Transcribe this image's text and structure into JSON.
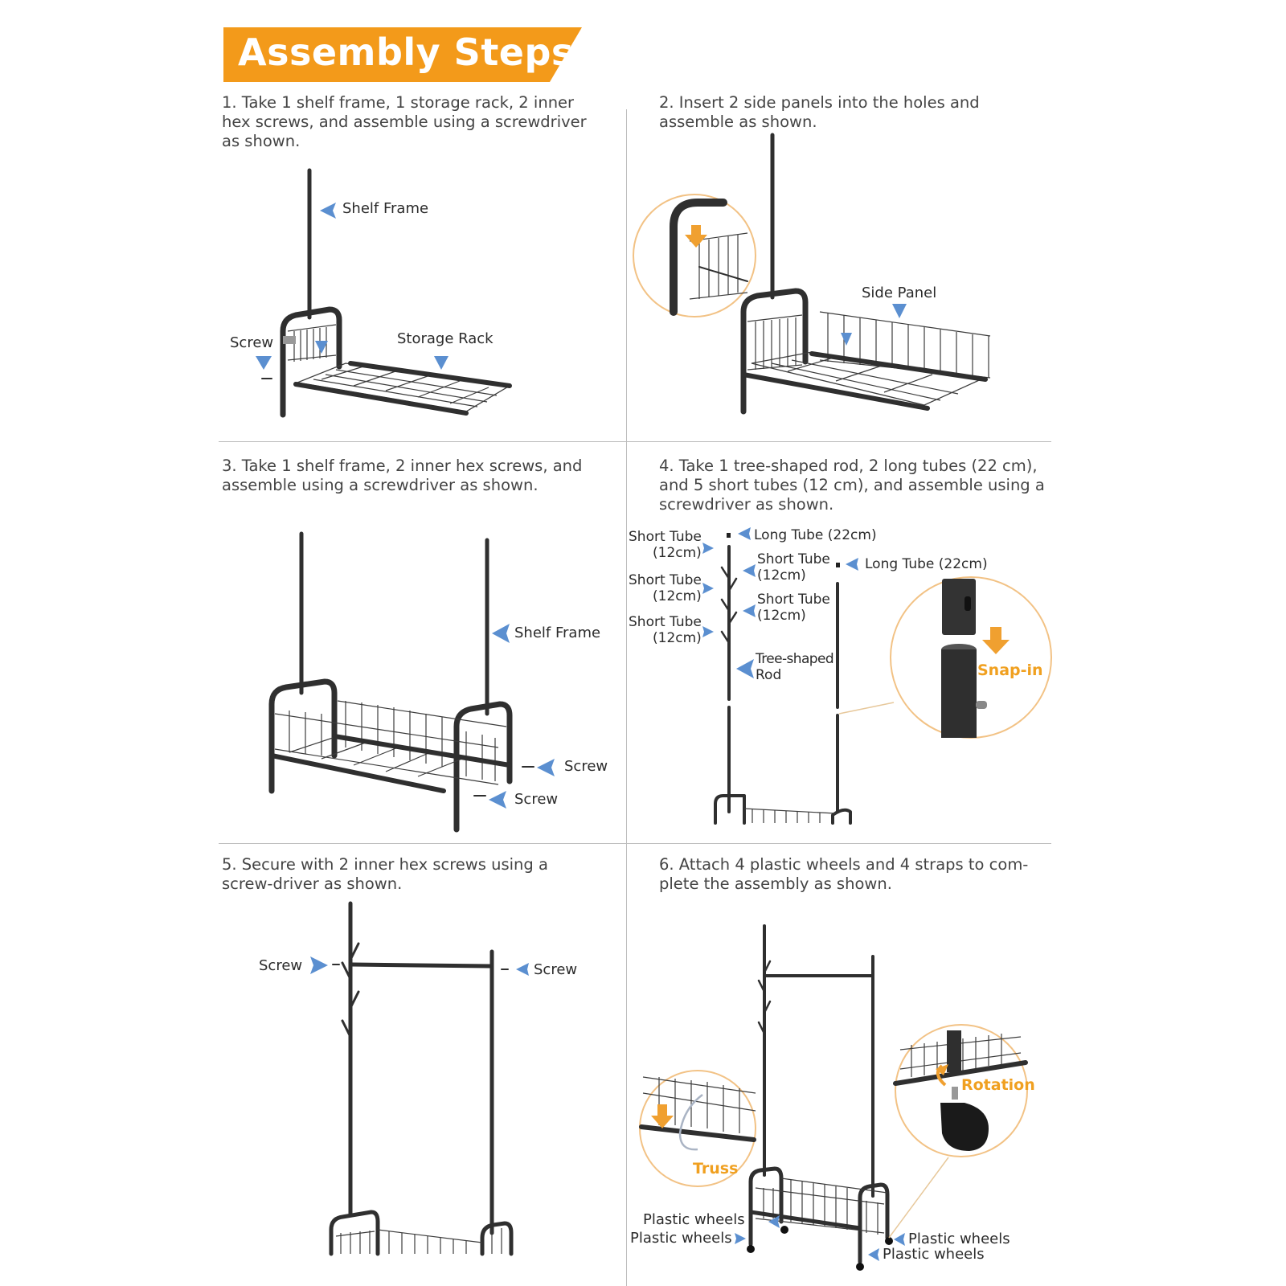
{
  "banner": {
    "title": "Assembly Steps:",
    "color": "#f39a1a"
  },
  "steps": [
    {
      "text": "1. Take 1 shelf frame, 1 storage rack, 2 inner hex screws, and assemble using a screwdriver as shown.",
      "labels": {
        "shelf_frame": "Shelf Frame",
        "screw": "Screw",
        "storage_rack": "Storage Rack"
      }
    },
    {
      "text": "2. Insert 2 side panels into the holes and assemble as shown.",
      "labels": {
        "side_panel": "Side Panel"
      }
    },
    {
      "text": "3. Take 1 shelf frame, 2 inner hex screws, and assemble using a screwdriver as shown.",
      "labels": {
        "shelf_frame": "Shelf Frame",
        "screw_a": "Screw",
        "screw_b": "Screw"
      }
    },
    {
      "text": "4. Take 1 tree-shaped rod, 2 long tubes (22 cm), and 5 short tubes (12 cm), and assemble using a screwdriver as shown.",
      "labels": {
        "short_tube_1": "Short Tube",
        "short_tube_1_size": "(12cm)",
        "short_tube_2": "Short Tube",
        "short_tube_2_size": "(12cm)",
        "short_tube_3": "Short Tube",
        "short_tube_3_size": "(12cm)",
        "short_tube_4": "Short Tube",
        "short_tube_4_size": "(12cm)",
        "short_tube_5": "Short Tube",
        "short_tube_5_size": "(12cm)",
        "long_tube_1": "Long Tube (22cm)",
        "long_tube_2": "Long Tube (22cm)",
        "tree_rod_1": "Tree-shaped",
        "tree_rod_2": "Rod",
        "snap_in": "Snap-in"
      }
    },
    {
      "text": "5. Secure with 2 inner hex screws using a screw-driver as shown.",
      "labels": {
        "screw_left": "Screw",
        "screw_right": "Screw"
      }
    },
    {
      "text": "6. Attach 4 plastic wheels and 4 straps to com-plete the assembly as shown.",
      "labels": {
        "truss": "Truss",
        "rotation": "Rotation",
        "wheels_1": "Plastic wheels",
        "wheels_2": "Plastic wheels",
        "wheels_3": "Plastic wheels",
        "wheels_4": "Plastic wheels"
      }
    }
  ],
  "colors": {
    "arrow_blue": "#5b8fd0",
    "accent_orange": "#f0a020",
    "frame": "#2f2f2f"
  }
}
